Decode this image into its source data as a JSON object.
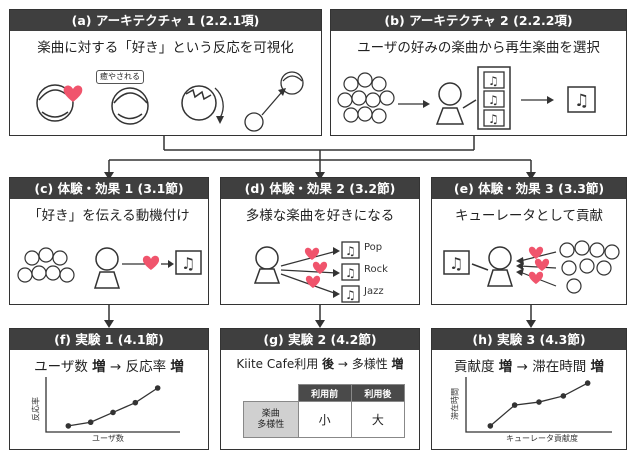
{
  "cards": {
    "a": {
      "title": "(a) アーキテクチャ 1 (2.2.1項)",
      "subtitle": "楽曲に対する「好き」という反応を可視化",
      "note": "癒やされる"
    },
    "b": {
      "title": "(b) アーキテクチャ 2 (2.2.2項)",
      "subtitle": "ユーザの好みの楽曲から再生楽曲を選択"
    },
    "c": {
      "title": "(c) 体験・効果 1 (3.1節)",
      "subtitle": "「好き」を伝える動機付け"
    },
    "d": {
      "title": "(d) 体験・効果 2 (3.2節)",
      "subtitle": "多様な楽曲を好きになる",
      "genres": [
        "Pop",
        "Rock",
        "Jazz"
      ]
    },
    "e": {
      "title": "(e) 体験・効果 3 (3.3節)",
      "subtitle": "キューレータとして貢献"
    },
    "f": {
      "title": "(f) 実験 1 (4.1節)",
      "subtitle_pre": "ユーザ数 ",
      "subtitle_bold1": "増",
      "subtitle_mid": " → 反応率 ",
      "subtitle_bold2": "増"
    },
    "g": {
      "title": "(g) 実験 2 (4.2節)",
      "subtitle_pre": "Kiite Cafe利用 ",
      "subtitle_bold1": "後",
      "subtitle_mid": " → 多様性 ",
      "subtitle_bold2": "増",
      "table": {
        "col1": "利用前",
        "col2": "利用後",
        "row_label_1": "楽曲",
        "row_label_2": "多様性",
        "before": "小",
        "after": "大"
      }
    },
    "h": {
      "title": "(h) 実験 3 (4.3節)",
      "subtitle_pre": "貢献度 ",
      "subtitle_bold1": "増",
      "subtitle_mid": " → 滞在時間 ",
      "subtitle_bold2": "増"
    }
  },
  "chart_data": [
    {
      "type": "line",
      "xlabel": "ユーザ数",
      "ylabel": "反応率",
      "x": [
        1,
        2,
        3,
        4,
        5
      ],
      "y": [
        1,
        1.6,
        3.2,
        4.8,
        7.2
      ],
      "xlim": [
        0,
        6
      ],
      "ylim": [
        0,
        9
      ],
      "grid": false
    },
    {
      "type": "table",
      "columns": [
        "",
        "利用前",
        "利用後"
      ],
      "rows": [
        [
          "楽曲多様性",
          "小",
          "大"
        ]
      ]
    },
    {
      "type": "line",
      "xlabel": "キューレータ貢献度",
      "ylabel": "滞在時間",
      "x": [
        1,
        2,
        3,
        4,
        5
      ],
      "y": [
        1,
        4.4,
        4.9,
        5.9,
        8
      ],
      "xlim": [
        0,
        6
      ],
      "ylim": [
        0,
        9
      ],
      "grid": false
    }
  ],
  "colors": {
    "header": "#3f3f3f",
    "heart": "#f0546c",
    "line": "#333333"
  }
}
